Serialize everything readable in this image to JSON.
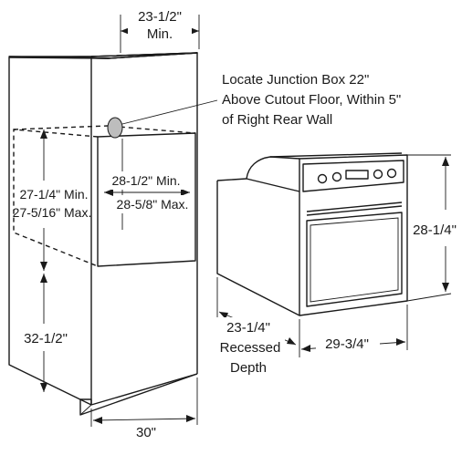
{
  "dimensions": {
    "cabinet_depth_line1": "23-1/2\"",
    "cabinet_depth_line2": "Min.",
    "cutout_height_line1": "27-1/4\" Min.",
    "cutout_height_line2": "27-5/16\" Max.",
    "cutout_width_line1": "28-1/2\" Min.",
    "cutout_width_line2": "28-5/8\" Max.",
    "floor_height": "32-1/2\"",
    "cabinet_width": "30\"",
    "oven_height": "28-1/4\"",
    "oven_width": "29-3/4\"",
    "recessed_depth_line1": "23-1/4\"",
    "recessed_depth_line2": "Recessed",
    "recessed_depth_line3": "Depth"
  },
  "callouts": {
    "junction_box_line1": "Locate Junction Box 22\"",
    "junction_box_line2": "Above Cutout Floor, Within 5\"",
    "junction_box_line3": "of Right Rear Wall"
  }
}
